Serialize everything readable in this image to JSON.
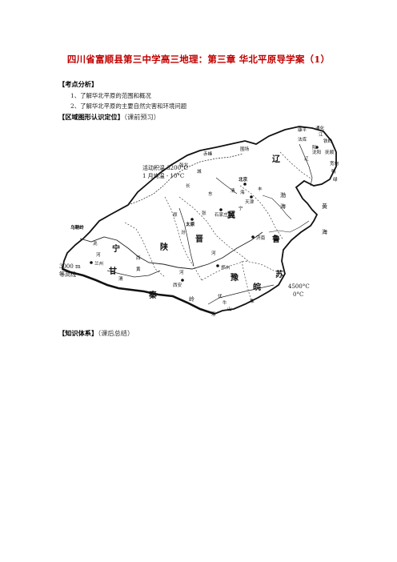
{
  "doc": {
    "title": "四川省富顺县第三中学高三地理：第三章 华北平原导学案（1）",
    "sections": [
      {
        "heading": "【考点分析】",
        "note": ""
      },
      {
        "heading": "【区域图形认识定位】",
        "note": "（课前预习）"
      },
      {
        "heading": "【知识体系】",
        "note": "（课后总结）"
      }
    ],
    "points": [
      "1、了解华北平原的范围和概况",
      "2、了解华北平原的主要自然灾害和环境问题"
    ]
  },
  "map": {
    "annotations": {
      "temp_line1": "活动积温 3200°C",
      "temp_line2": "1 月均温 - 10°C",
      "wushaoling": "乌鞘岭",
      "iso_3000a": "3000 m",
      "iso_3000b": "等高线",
      "temp_east1": "4500°C",
      "temp_east2": "0°C"
    },
    "provinces": {
      "liao": "辽",
      "ji": "冀",
      "jin": "晋",
      "shaan": "陕",
      "ning": "宁",
      "gan": "甘",
      "lu": "鲁",
      "yu": "豫",
      "wan": "皖",
      "su": "苏",
      "qin": "秦",
      "ling": "岭",
      "bo": "渤",
      "bohai_hai": "海",
      "huang": "黄",
      "huanghai_hai": "海"
    },
    "cities": {
      "beijing": "北京",
      "tianjin": "天津",
      "taiyuan": "太原",
      "shijiazhuang": "石家庄",
      "jinan": "济南",
      "zhengzhou": "郑州",
      "xian": "西安",
      "lanzhou": "兰州",
      "shenyang": "沈阳",
      "fushun": "抚顺",
      "tieling": "铁岭",
      "tonghua": "通化",
      "changchun": "长春",
      "kangping": "康平",
      "faku": "法库",
      "zhangbei": "张北",
      "weichang": "围场",
      "chifeng": "赤峰",
      "jiuquan": "宽甸"
    },
    "misc": {
      "great_wall": "长",
      "chang_river": "河",
      "huai": "淮",
      "he1": "河",
      "he2": "河",
      "fu": "伏",
      "niu": "牛",
      "shan": "山",
      "cheng": "城",
      "yang": "阳",
      "dong": "东",
      "tao": "洮",
      "wei": "渭",
      "huang_he": "黄",
      "fen": "汾",
      "ya": "鸭",
      "lu2": "绿",
      "jiang": "江",
      "liao_he": "辽",
      "xi": "西",
      "qing": "清",
      "luo": "洛",
      "ning_x": "宁",
      "hai": "海",
      "feng": "丰",
      "zhang": "张",
      "yuan": "原"
    }
  }
}
